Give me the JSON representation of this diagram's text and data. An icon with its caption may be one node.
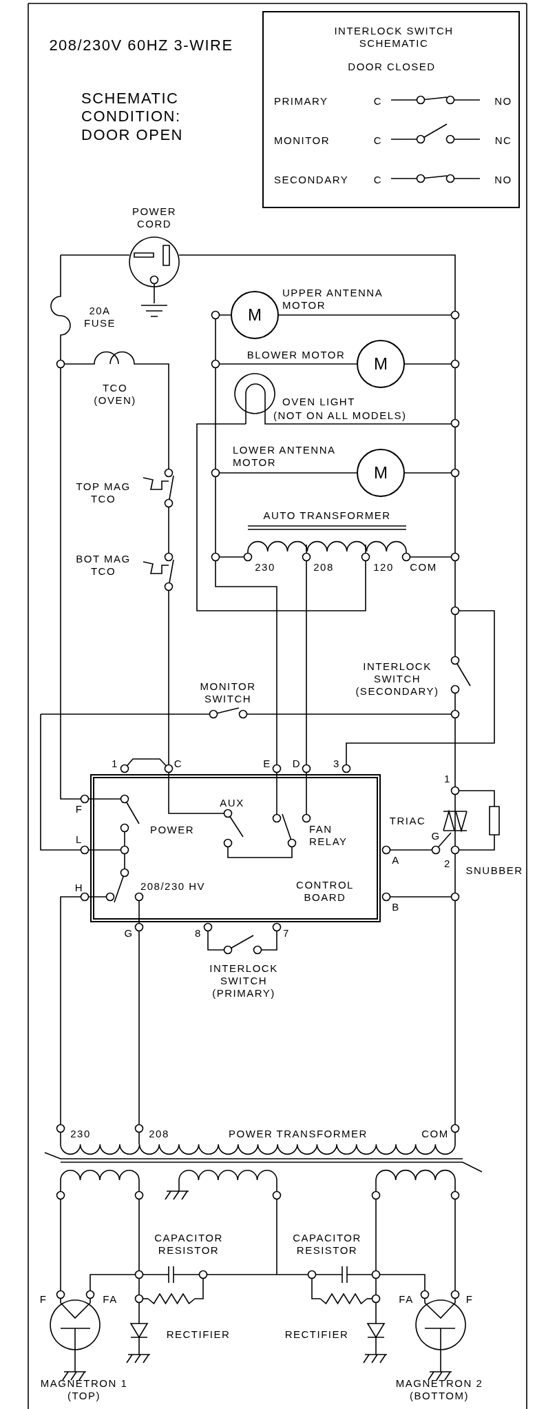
{
  "diagram": {
    "nodes": [
      {
        "text": [
          "INTERLOCK SWITCH SCHEMATIC",
          "DOOR CLOSED",
          "PRIMARY",
          "C",
          "NO",
          "MONITOR",
          "C",
          "NC",
          "SECONDARY",
          "C",
          "NO"
        ]
      },
      {
        "text": [
          "POWER",
          "AUX",
          "FAN RELAY",
          "208/230 HV",
          "CONTROL BOARD"
        ]
      },
      {
        "text": [
          "M"
        ],
        "beside": [
          "UPPER ANTENNA MOTOR"
        ]
      },
      {
        "text": [
          "M"
        ],
        "beside": [
          "BLOWER MOTOR"
        ]
      },
      {
        "text": [
          "M"
        ],
        "beside": [
          "LOWER ANTENNA MOTOR"
        ]
      }
    ],
    "edges": [],
    "labels": [
      "208/230V 60HZ 3-WIRE",
      "SCHEMATIC CONDITION: DOOR OPEN",
      "POWER CORD",
      "20A FUSE",
      "TCO (OVEN)",
      "TOP MAG TCO",
      "BOT MAG TCO",
      "OVEN LIGHT",
      "(NOT ON ALL MODELS)",
      "AUTO TRANSFORMER",
      "230",
      "208",
      "120",
      "COM",
      "INTERLOCK SWITCH (SECONDARY)",
      "MONITOR SWITCH",
      "1",
      "C",
      "E",
      "D",
      "3",
      "F",
      "L",
      "H",
      "TRIAC",
      "G",
      "1",
      "2",
      "SNUBBER",
      "A",
      "B",
      "G",
      "8",
      "7",
      "INTERLOCK SWITCH (PRIMARY)",
      "230",
      "208",
      "POWER TRANSFORMER",
      "COM",
      "CAPACITOR RESISTOR",
      "CAPACITOR RESISTOR",
      "F",
      "FA",
      "RECTIFIER",
      "RECTIFIER",
      "FA",
      "F",
      "MAGNETRON 1 (TOP)",
      "MAGNETRON 2 (BOTTOM)"
    ]
  }
}
